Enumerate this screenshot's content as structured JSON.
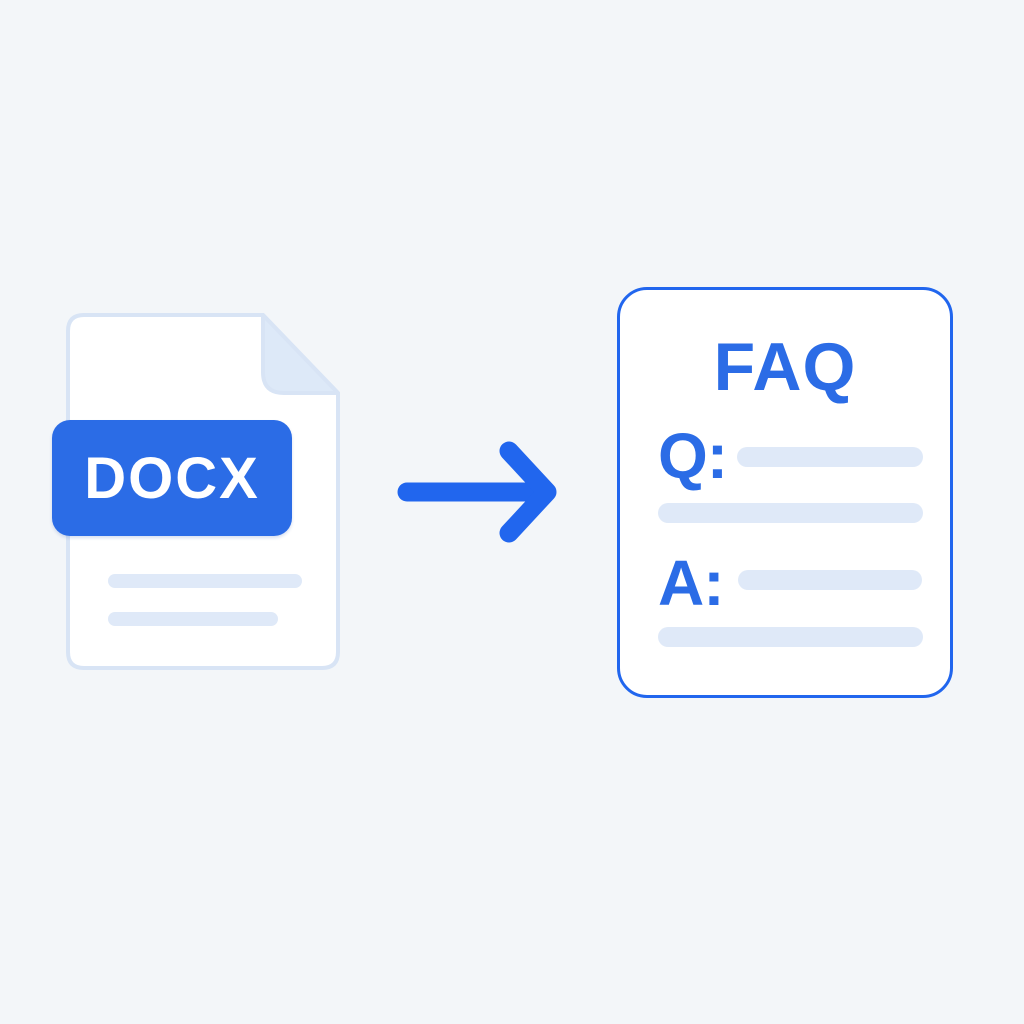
{
  "illustration": {
    "source_document": {
      "badge_label": "DOCX",
      "placeholder_line_count": 2
    },
    "arrow": {
      "direction": "right"
    },
    "faq_document": {
      "title": "FAQ",
      "question_label": "Q:",
      "answer_label": "A:"
    }
  },
  "colors": {
    "background": "#f3f6f9",
    "accent_blue": "#2166ee",
    "badge_blue": "#2b6ce6",
    "page_border": "#d8e4f5",
    "fold_fill": "#dde9f8",
    "placeholder_fill": "#dfe9f8",
    "badge_text": "#ffffff",
    "card_background": "#ffffff"
  }
}
